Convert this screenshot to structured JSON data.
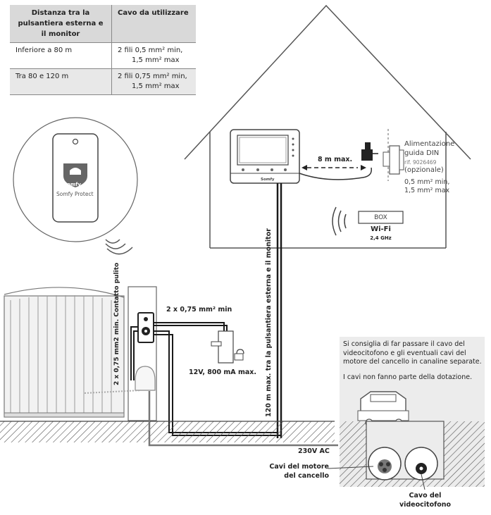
{
  "table": {
    "headers": [
      "Distanza tra la pulsantiera esterna e il monitor",
      "Cavo da utilizzare"
    ],
    "rows": [
      {
        "distance": "Inferiore a 80 m",
        "cable_line1": "2 fili 0,5 mm² min,",
        "cable_line2": "1,5 mm² max"
      },
      {
        "distance": "Tra 80 e 120 m",
        "cable_line1": "2 fili 0,75 mm² min,",
        "cable_line2": "1,5 mm² max"
      }
    ]
  },
  "phone": {
    "brand": "somfy",
    "app": "Somfy Protect"
  },
  "monitor": {
    "brand": "Somfy"
  },
  "power": {
    "title_line1": "Alimentazione",
    "title_line2": "guida DIN",
    "ref": "rif. 9026469",
    "optional": "(opzionale)",
    "spec_line1": "0,5 mm² min,",
    "spec_line2": "1,5 mm² max"
  },
  "distance_adapter": "8 m max.",
  "box": {
    "label": "BOX",
    "wifi": "Wi-Fi",
    "freq": "2,4 GHz"
  },
  "vertical_cable_label": "120 m max. tra la pulsantiera esterna e il monitor",
  "gate_contact_label": "2 x 0,75 mm2 min. Contatto pulito",
  "lock": {
    "cable": "2 x 0,75 mm² min",
    "spec": "12V, 800 mA max."
  },
  "mains": "230V AC",
  "note": {
    "p1": "Si consiglia di far passare il cavo del videocitofono e gli eventuali cavi del motore del cancello in canaline separate.",
    "p2": "I cavi non fanno parte della dotazione."
  },
  "section": {
    "motor_cables": "Cavi del motore del cancello",
    "video_cable": "Cavo del videocitofono"
  },
  "colors": {
    "line": "#555555",
    "wire": "#1a1a1a",
    "ground": "#6b6b6b",
    "panel": "#eeeeee"
  }
}
